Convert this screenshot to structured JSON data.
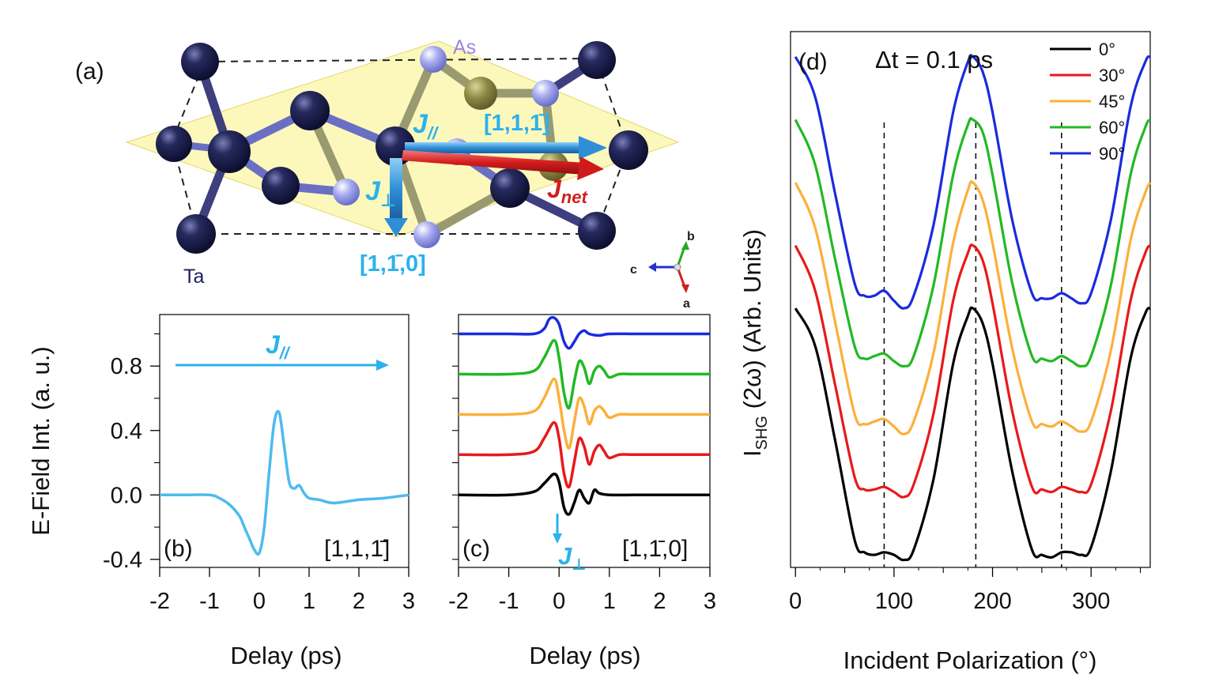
{
  "panel_a": {
    "label": "(a)",
    "atoms": {
      "ta": "Ta",
      "as": "As"
    },
    "vectors": {
      "parallel": {
        "symbol": "J",
        "sub": "//",
        "direction": "[1,1,1̄]"
      },
      "perpendicular": {
        "symbol": "J",
        "sub": "⊥",
        "direction": "[1,1̄,0]"
      },
      "net": {
        "symbol": "J",
        "sub": "net"
      }
    },
    "crystal_axes": [
      "c",
      "b",
      "a"
    ]
  },
  "chart_data": [
    {
      "id": "b",
      "type": "line",
      "panel_label": "(b)",
      "corner_label": "[1,1,1̄]",
      "arrow_label": {
        "symbol": "J",
        "sub": "//"
      },
      "xlabel": "Delay (ps)",
      "ylabel": "E-Field Int. (a. u.)",
      "xlim": [
        -2,
        3
      ],
      "ylim": [
        -0.45,
        1.12
      ],
      "xticks": [
        -2,
        -1,
        0,
        1,
        2,
        3
      ],
      "yticks": [
        -0.4,
        0.0,
        0.4,
        0.8
      ],
      "yticklabels": [
        "-0.4",
        "0.0",
        "0.4",
        "0.8"
      ],
      "color": "#4dbbee",
      "series": [
        {
          "x": [
            -2,
            -1.5,
            -1,
            -0.8,
            -0.6,
            -0.4,
            -0.3,
            -0.2,
            -0.1,
            0,
            0.1,
            0.2,
            0.3,
            0.4,
            0.5,
            0.6,
            0.7,
            0.8,
            0.9,
            1.0,
            1.2,
            1.5,
            2.0,
            2.5,
            3.0
          ],
          "values": [
            0.0,
            0.0,
            0.0,
            -0.02,
            -0.06,
            -0.13,
            -0.2,
            -0.27,
            -0.34,
            -0.36,
            -0.2,
            0.15,
            0.45,
            0.51,
            0.3,
            0.08,
            0.04,
            0.06,
            0.01,
            -0.02,
            -0.03,
            -0.05,
            -0.03,
            -0.02,
            0.0
          ]
        }
      ]
    },
    {
      "id": "c",
      "type": "line",
      "panel_label": "(c)",
      "corner_label": "[1,1̄,0]",
      "arrow_label": {
        "symbol": "J",
        "sub": "⊥"
      },
      "xlabel": "Delay (ps)",
      "xlim": [
        -2,
        3
      ],
      "ylim": [
        -0.45,
        1.12
      ],
      "xticks": [
        -2,
        -1,
        0,
        1,
        2,
        3
      ],
      "series": [
        {
          "name": "0°",
          "color": "#000000",
          "offset": 0.0,
          "x": [
            -2,
            -1,
            -0.5,
            -0.3,
            -0.1,
            0,
            0.1,
            0.2,
            0.3,
            0.4,
            0.5,
            0.6,
            0.7,
            0.8,
            1.0,
            1.5,
            2,
            3
          ],
          "values": [
            0.0,
            0.0,
            0.02,
            0.07,
            0.13,
            0.08,
            -0.08,
            -0.12,
            -0.05,
            0.03,
            -0.02,
            -0.05,
            0.03,
            0.01,
            0.0,
            0.0,
            0.0,
            0.0
          ]
        },
        {
          "name": "30°",
          "color": "#e8191a",
          "offset": 0.25,
          "x": [
            -2,
            -1,
            -0.5,
            -0.3,
            -0.1,
            0,
            0.1,
            0.2,
            0.3,
            0.4,
            0.5,
            0.6,
            0.7,
            0.8,
            0.9,
            1.0,
            1.2,
            1.5,
            2,
            3
          ],
          "values": [
            0.0,
            0.0,
            0.02,
            0.1,
            0.2,
            0.1,
            -0.12,
            -0.2,
            -0.05,
            0.1,
            0.05,
            -0.06,
            0.02,
            0.06,
            0.02,
            -0.02,
            0.0,
            0.0,
            0.0,
            0.0
          ]
        },
        {
          "name": "45°",
          "color": "#fbb03b",
          "offset": 0.5,
          "x": [
            -2,
            -1,
            -0.5,
            -0.3,
            -0.1,
            0,
            0.1,
            0.2,
            0.3,
            0.4,
            0.5,
            0.6,
            0.7,
            0.8,
            0.9,
            1.0,
            1.2,
            1.5,
            2,
            3
          ],
          "values": [
            0.0,
            0.0,
            0.02,
            0.1,
            0.22,
            0.1,
            -0.1,
            -0.21,
            -0.05,
            0.1,
            0.05,
            -0.06,
            0.02,
            0.05,
            0.02,
            -0.02,
            0.0,
            0.0,
            0.0,
            0.0
          ]
        },
        {
          "name": "60°",
          "color": "#22b922",
          "offset": 0.75,
          "x": [
            -2,
            -1,
            -0.5,
            -0.3,
            -0.1,
            0,
            0.1,
            0.2,
            0.3,
            0.4,
            0.5,
            0.6,
            0.7,
            0.8,
            0.9,
            1.0,
            1.2,
            1.5,
            2,
            3
          ],
          "values": [
            0.0,
            0.0,
            0.02,
            0.1,
            0.21,
            0.1,
            -0.12,
            -0.21,
            -0.05,
            0.08,
            0.04,
            -0.06,
            0.02,
            0.05,
            0.02,
            -0.02,
            0.0,
            0.0,
            0.0,
            0.0
          ]
        },
        {
          "name": "90°",
          "color": "#1a2bde",
          "offset": 1.0,
          "x": [
            -2,
            -1,
            -0.5,
            -0.3,
            -0.2,
            -0.1,
            0,
            0.1,
            0.2,
            0.3,
            0.4,
            0.5,
            0.6,
            0.8,
            1.0,
            1.5,
            2,
            3
          ],
          "values": [
            0.0,
            0.0,
            0.0,
            0.03,
            0.09,
            0.1,
            0.06,
            -0.05,
            -0.09,
            -0.05,
            0.0,
            0.02,
            0.0,
            -0.01,
            0.0,
            0.0,
            0.0,
            0.0
          ]
        }
      ]
    },
    {
      "id": "d",
      "type": "line",
      "panel_label": "(d)",
      "annotation": "Δt = 0.1 ps",
      "xlabel": "Incident Polarization (°)",
      "ylabel": {
        "main": "I",
        "sub": "SHG",
        "rest": " (2ω) (Arb. Units)"
      },
      "xlim": [
        -5,
        360
      ],
      "xticks": [
        0,
        100,
        200,
        300
      ],
      "minor_xticks": [
        50,
        150,
        250,
        350
      ],
      "ylim": [
        -0.03,
        2.1
      ],
      "vlines": [
        90,
        183,
        270
      ],
      "legend_position": "top-right",
      "series": [
        {
          "name": "0°",
          "color": "#000000",
          "offset": 0.0,
          "x": [
            0,
            20,
            40,
            60,
            70,
            80,
            90,
            100,
            110,
            120,
            140,
            160,
            175,
            180,
            190,
            200,
            220,
            240,
            250,
            260,
            270,
            280,
            290,
            300,
            320,
            340,
            355,
            360
          ],
          "values": [
            1.0,
            0.85,
            0.48,
            0.08,
            0.03,
            0.02,
            0.03,
            0.02,
            0.0,
            0.04,
            0.32,
            0.78,
            0.97,
            1.0,
            0.94,
            0.78,
            0.35,
            0.04,
            0.02,
            0.01,
            0.03,
            0.03,
            0.02,
            0.05,
            0.35,
            0.8,
            0.98,
            1.0
          ]
        },
        {
          "name": "30°",
          "color": "#e8191a",
          "offset": 0.25,
          "x": [
            0,
            20,
            40,
            60,
            70,
            80,
            90,
            100,
            110,
            120,
            140,
            160,
            175,
            180,
            190,
            200,
            220,
            240,
            250,
            260,
            270,
            280,
            290,
            300,
            320,
            340,
            355,
            360
          ],
          "values": [
            1.0,
            0.82,
            0.45,
            0.08,
            0.03,
            0.03,
            0.04,
            0.02,
            0.0,
            0.05,
            0.33,
            0.78,
            0.97,
            1.0,
            0.94,
            0.77,
            0.34,
            0.04,
            0.03,
            0.02,
            0.04,
            0.03,
            0.02,
            0.05,
            0.34,
            0.78,
            0.97,
            1.0
          ]
        },
        {
          "name": "45°",
          "color": "#fbb03b",
          "offset": 0.5,
          "x": [
            0,
            20,
            40,
            60,
            70,
            80,
            90,
            100,
            110,
            120,
            140,
            160,
            175,
            180,
            190,
            200,
            220,
            240,
            250,
            260,
            270,
            280,
            290,
            300,
            320,
            340,
            355,
            360
          ],
          "values": [
            1.0,
            0.82,
            0.45,
            0.08,
            0.04,
            0.05,
            0.06,
            0.03,
            0.0,
            0.05,
            0.32,
            0.76,
            0.97,
            1.0,
            0.93,
            0.76,
            0.34,
            0.05,
            0.04,
            0.03,
            0.05,
            0.03,
            0.01,
            0.05,
            0.33,
            0.77,
            0.96,
            1.0
          ]
        },
        {
          "name": "60°",
          "color": "#22b922",
          "offset": 0.75,
          "x": [
            0,
            20,
            40,
            60,
            70,
            80,
            90,
            100,
            110,
            120,
            140,
            160,
            175,
            180,
            190,
            200,
            220,
            240,
            250,
            260,
            270,
            280,
            290,
            300,
            320,
            340,
            355,
            360
          ],
          "values": [
            1.0,
            0.82,
            0.45,
            0.1,
            0.05,
            0.06,
            0.07,
            0.04,
            0.02,
            0.06,
            0.34,
            0.78,
            0.98,
            1.0,
            0.95,
            0.78,
            0.35,
            0.06,
            0.05,
            0.04,
            0.06,
            0.04,
            0.02,
            0.06,
            0.34,
            0.78,
            0.97,
            1.0
          ]
        },
        {
          "name": "90°",
          "color": "#1a2bde",
          "offset": 1.0,
          "x": [
            0,
            20,
            40,
            60,
            70,
            80,
            90,
            100,
            110,
            120,
            140,
            160,
            175,
            180,
            190,
            200,
            220,
            240,
            250,
            260,
            270,
            280,
            290,
            300,
            320,
            340,
            355,
            360
          ],
          "values": [
            1.0,
            0.84,
            0.46,
            0.1,
            0.05,
            0.05,
            0.07,
            0.03,
            0.0,
            0.05,
            0.33,
            0.78,
            0.98,
            1.0,
            0.94,
            0.78,
            0.35,
            0.06,
            0.04,
            0.04,
            0.06,
            0.04,
            0.02,
            0.06,
            0.35,
            0.8,
            0.98,
            1.0
          ]
        }
      ]
    }
  ]
}
